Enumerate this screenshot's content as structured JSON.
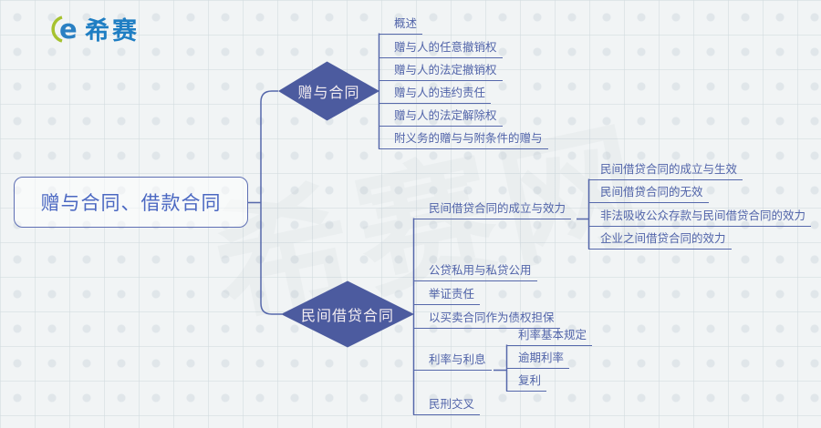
{
  "logo": {
    "brand": "希赛",
    "icon": "xisai-e-icon"
  },
  "watermark": {
    "text": "希赛网"
  },
  "colors": {
    "diamond_fill": "#4c5b9f",
    "line": "#5668ab",
    "topic_text": "#5164a9",
    "root_text": "#4b68c2",
    "root_border": "#5e6fb4",
    "brand_blue": "#1f7ec3",
    "brand_green": "#a6c22f",
    "background": "#f1f4f5"
  },
  "mindmap": {
    "root": {
      "label": "赠与合同、借款合同"
    },
    "branches": [
      {
        "label": "赠与合同",
        "children": [
          {
            "label": "概述"
          },
          {
            "label": "赠与人的任意撤销权"
          },
          {
            "label": "赠与人的法定撤销权"
          },
          {
            "label": "赠与人的违约责任"
          },
          {
            "label": "赠与人的法定解除权"
          },
          {
            "label": "附义务的赠与与附条件的赠与"
          }
        ]
      },
      {
        "label": "民间借贷合同",
        "children": [
          {
            "label": "民间借贷合同的成立与效力",
            "children": [
              {
                "label": "民间借贷合同的成立与生效"
              },
              {
                "label": "民间借贷合同的无效"
              },
              {
                "label": "非法吸收公众存款与民间借贷合同的效力"
              },
              {
                "label": "企业之间借贷合同的效力"
              }
            ]
          },
          {
            "label": "公贷私用与私贷公用"
          },
          {
            "label": "举证责任"
          },
          {
            "label": "以买卖合同作为债权担保"
          },
          {
            "label": "利率与利息",
            "children": [
              {
                "label": "利率基本规定"
              },
              {
                "label": "逾期利率"
              },
              {
                "label": "复利"
              }
            ]
          },
          {
            "label": "民刑交叉"
          }
        ]
      }
    ]
  }
}
